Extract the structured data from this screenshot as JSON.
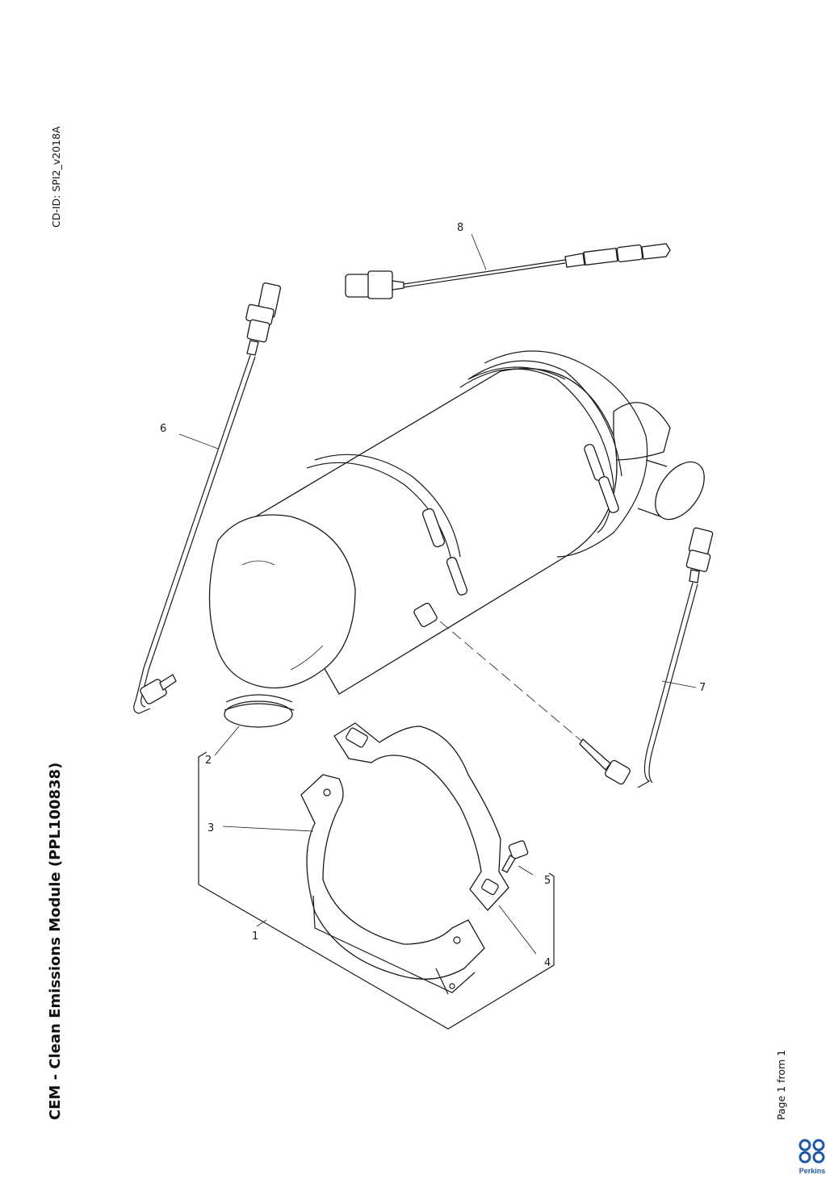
{
  "document": {
    "title": "CEM - Clean Emissions Module (PPL100838)",
    "cd_id": "CD-ID: SPI2_v2018A",
    "page_info": "Page 1 from 1",
    "brand": "Perkins"
  },
  "callouts": [
    {
      "id": "1",
      "label": "1"
    },
    {
      "id": "2",
      "label": "2"
    },
    {
      "id": "3",
      "label": "3"
    },
    {
      "id": "4",
      "label": "4"
    },
    {
      "id": "5",
      "label": "5"
    },
    {
      "id": "6",
      "label": "6"
    },
    {
      "id": "7",
      "label": "7"
    },
    {
      "id": "8",
      "label": "8"
    }
  ],
  "colors": {
    "ink": "#1a1a1a",
    "brand": "#1c5aa6"
  }
}
